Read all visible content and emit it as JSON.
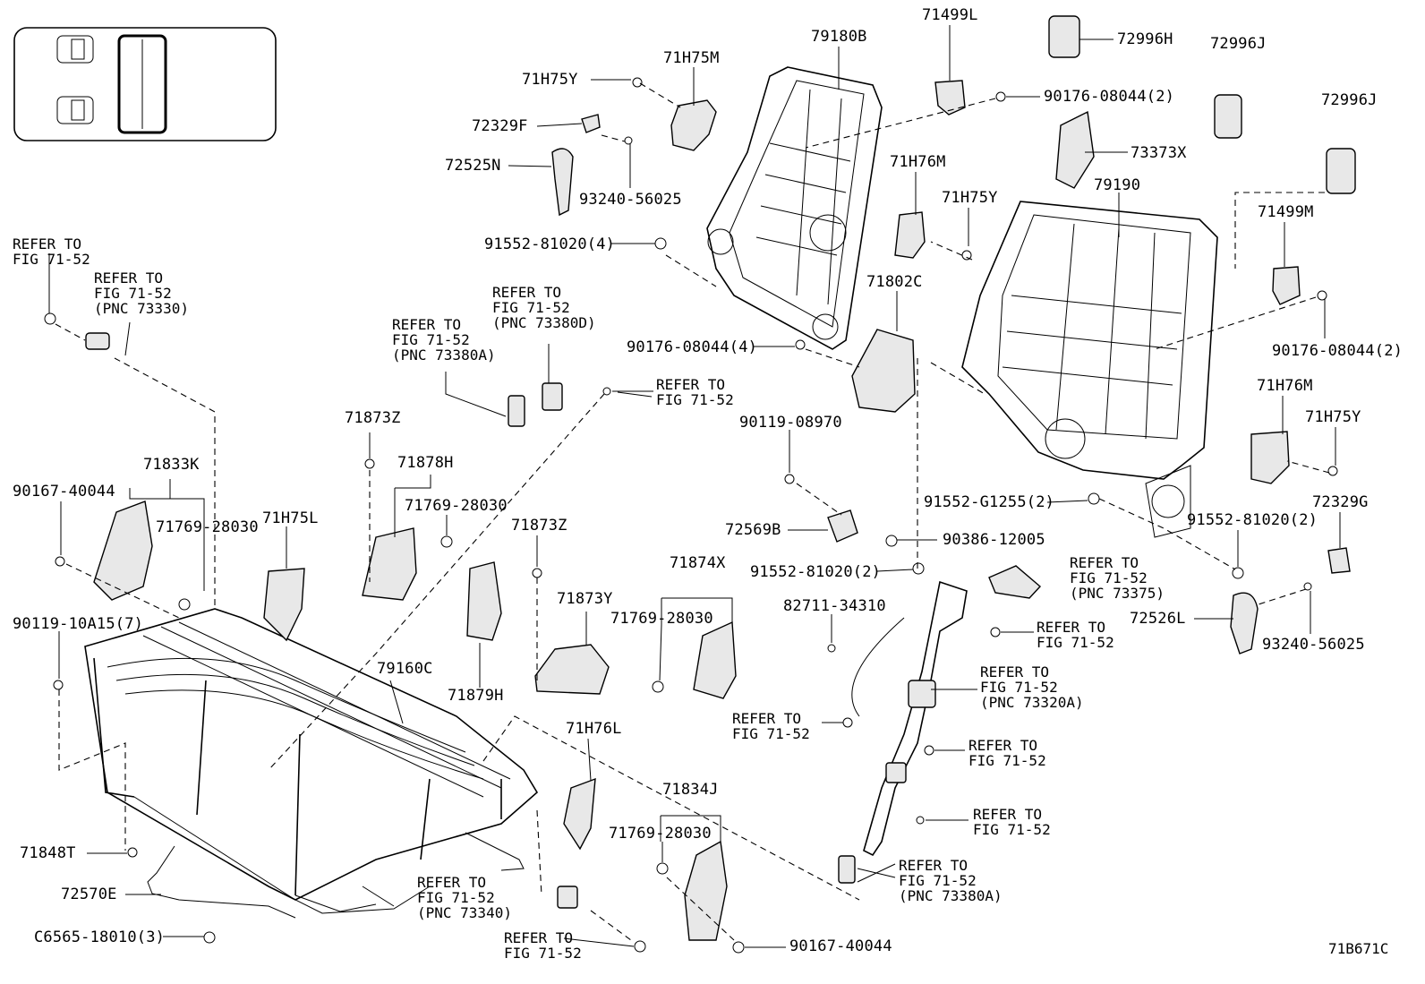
{
  "diagram_code": "71B671C",
  "labels": {
    "p71h75y_a": "71H75Y",
    "p71h75m": "71H75M",
    "p72329f": "72329F",
    "p72525n": "72525N",
    "p93240_a": "93240-56025",
    "p91552_a": "91552-81020(4)",
    "p79180b": "79180B",
    "p71499l": "71499L",
    "p72996h": "72996H",
    "p72996j_a": "72996J",
    "p72996j_b": "72996J",
    "p90176_a": "90176-08044(2)",
    "p73373x": "73373X",
    "p79190": "79190",
    "p71h76m_a": "71H76M",
    "p71h75y_b": "71H75Y",
    "p71499m": "71499M",
    "p71802c": "71802C",
    "p90176_b": "90176-08044(4)",
    "p90176_c": "90176-08044(2)",
    "p71h76m_b": "71H76M",
    "p71h75y_c": "71H75Y",
    "p90119_a": "90119-08970",
    "p72329g": "72329G",
    "p91552_b": "91552-G1255(2)",
    "p91552_c": "91552-81020(2)",
    "p72569b": "72569B",
    "p90386": "90386-12005",
    "p91552_d": "91552-81020(2)",
    "p82711": "82711-34310",
    "p72526l": "72526L",
    "p93240_b": "93240-56025",
    "p71833k": "71833K",
    "p90167_a": "90167-40044",
    "p71769_a": "71769-28030",
    "p71h75l": "71H75L",
    "p90119_b": "90119-10A15(7)",
    "p71873z_a": "71873Z",
    "p71878h": "71878H",
    "p71769_b": "71769-28030",
    "p71873z_b": "71873Z",
    "p71873y": "71873Y",
    "p71874x": "71874X",
    "p71769_c": "71769-28030",
    "p79160c": "79160C",
    "p71879h": "71879H",
    "p71h76l": "71H76L",
    "p71834j": "71834J",
    "p71769_d": "71769-28030",
    "p71848t": "71848T",
    "p72570e": "72570E",
    "pc6565": "C6565-18010(3)",
    "p90167_b": "90167-40044"
  },
  "refs": {
    "r1": "REFER TO\nFIG 71-52",
    "r2": "REFER TO\nFIG 71-52\n(PNC 73330)",
    "r3": "REFER TO\nFIG 71-52\n(PNC 73380D)",
    "r4": "REFER TO\nFIG 71-52\n(PNC 73380A)",
    "r5": "REFER TO\nFIG 71-52",
    "r6": "REFER TO\nFIG 71-52\n(PNC 73375)",
    "r7": "REFER TO\nFIG 71-52",
    "r8": "REFER TO\nFIG 71-52\n(PNC 73320A)",
    "r9": "REFER TO\nFIG 71-52",
    "r10": "REFER TO\nFIG 71-52",
    "r11": "REFER TO\nFIG 71-52",
    "r12": "REFER TO\nFIG 71-52\n(PNC 73380A)",
    "r13": "REFER TO\nFIG 71-52\n(PNC 73340)",
    "r14": "REFER TO\nFIG 71-52"
  }
}
